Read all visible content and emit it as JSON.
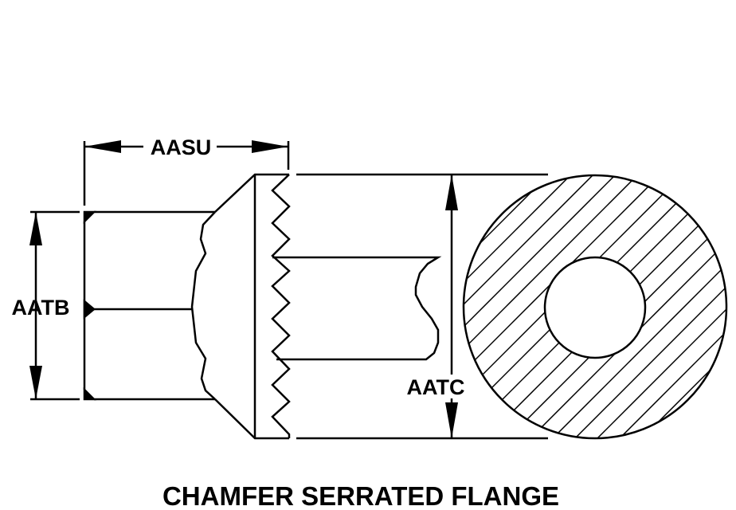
{
  "title": "CHAMFER SERRATED FLANGE",
  "dimensions": {
    "length": "AASU",
    "hex_width": "AATB",
    "flange_diameter": "AATC"
  },
  "colors": {
    "ink": "#000000",
    "background": "#ffffff"
  }
}
